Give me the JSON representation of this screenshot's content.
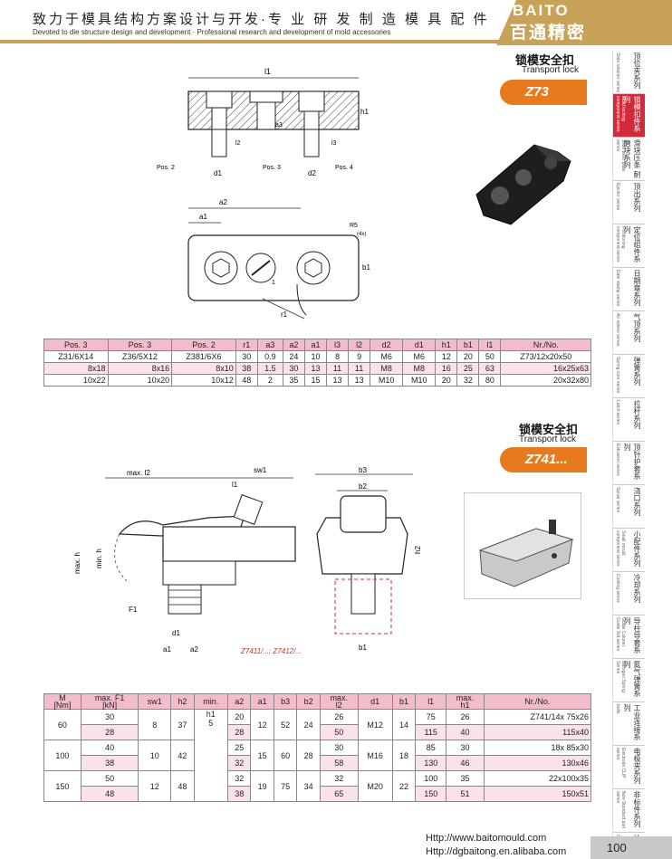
{
  "header": {
    "title_cn": "致力于模具结构方案设计与开发·专 业 研 发 制 造 模 具 配 件",
    "title_en": "Devoted to die structure design and development   · Professional research and development of mold accessories",
    "brand_en": "BAITO",
    "brand_cn": "百通精密"
  },
  "sidebar": [
    {
      "cn": "顶位夹系列",
      "en": "Slide retainer series"
    },
    {
      "cn": "锁模扣件系列",
      "en": "Mold locking component series",
      "active": true
    },
    {
      "cn": "滑块压条 耐磨块系列",
      "en": "Slide wear plate series"
    },
    {
      "cn": "顶出系列",
      "en": "Ejector series"
    },
    {
      "cn": "定位组件系列",
      "en": "Positioning component series"
    },
    {
      "cn": "日期章系列",
      "en": "Date stamp series"
    },
    {
      "cn": "气顶系列",
      "en": "Air valves series"
    },
    {
      "cn": "弹簧系列",
      "en": "Spring core series"
    },
    {
      "cn": "拉杆系列",
      "en": "Latch series"
    },
    {
      "cn": "顶针护套系列",
      "en": "Extrusion series"
    },
    {
      "cn": "浇口系列",
      "en": "Sprue series"
    },
    {
      "cn": "小配件系列",
      "en": "Small mould component series"
    },
    {
      "cn": "冷却系列",
      "en": "Cooling series"
    },
    {
      "cn": "导柱导套系列",
      "en": "Guide Column Guide Set series"
    },
    {
      "cn": "氮气弹簧系列",
      "en": "Nitrogen Spring Series"
    },
    {
      "cn": "工业连接系列",
      "en": "bolts"
    },
    {
      "cn": "电极夹系列",
      "en": "Electrode CLIP series"
    },
    {
      "cn": "非标件系列",
      "en": "Non-Standard part series"
    },
    {
      "cn": "油缸系列",
      "en": "Cylinder Series"
    }
  ],
  "section1": {
    "title_cn": "锁模安全扣",
    "title_en": "Transport lock",
    "code": "Z73",
    "drawing_labels": {
      "l1": "l1",
      "h1": "h1",
      "pos2": "Pos. 2",
      "pos3": "Pos. 3",
      "pos4": "Pos. 4",
      "d1": "d1",
      "d2": "d2",
      "l2": "l2",
      "a3": "a3",
      "l3": "l3",
      "a2": "a2",
      "a1": "a1",
      "r5": "R5",
      "r1": "r1",
      "b1": "b1",
      "one": "1",
      "tol": "(4x)"
    },
    "table": {
      "headers": [
        "Pos. 3",
        "Pos. 3",
        "Pos. 2",
        "r1",
        "a3",
        "a2",
        "a1",
        "l3",
        "l2",
        "d2",
        "d1",
        "h1",
        "b1",
        "l1",
        "Nr./No."
      ],
      "rows": [
        [
          "Z31/6X14",
          "Z36/5X12",
          "Z381/6X6",
          "30",
          "0.9",
          "24",
          "10",
          "8",
          "9",
          "M6",
          "M6",
          "12",
          "20",
          "50",
          "Z73/12x20x50"
        ],
        [
          "8x18",
          "8x16",
          "8x10",
          "38",
          "1.5",
          "30",
          "13",
          "11",
          "11",
          "M8",
          "M8",
          "16",
          "25",
          "63",
          "16x25x63"
        ],
        [
          "10x22",
          "10x20",
          "10x12",
          "48",
          "2",
          "35",
          "15",
          "13",
          "13",
          "M10",
          "M10",
          "20",
          "32",
          "80",
          "20x32x80"
        ]
      ]
    }
  },
  "section2": {
    "title_cn": "锁模安全扣",
    "title_en": "Transport lock",
    "code": "Z741...",
    "drawing_labels": {
      "maxl2": "max. l2",
      "l1": "l1",
      "sw1": "sw1",
      "b3": "b3",
      "b2": "b2",
      "h2": "h2",
      "maxh": "max. h",
      "minh": "min. h",
      "f1": "F1",
      "d1": "d1",
      "a1": "a1",
      "a2": "a2",
      "b1": "b1",
      "ref": "Z7411/...; Z7412/..."
    },
    "table": {
      "headers": [
        "M\n[Nm]",
        "max. F1\n[kN]",
        "sw1",
        "h2",
        "min.",
        "a2",
        "a1",
        "b3",
        "b2",
        "max.\nl2",
        "d1",
        "b1",
        "l1",
        "max.\nh1",
        "Nr./No."
      ],
      "groups": [
        {
          "M": "60",
          "sw1": "8",
          "h2": "37",
          "a1": "12",
          "b3": "52",
          "b2": "24",
          "d1": "M12",
          "b1": "14",
          "rows": [
            {
              "F1": "30",
              "a2": "20",
              "l2": "26",
              "l1": "75",
              "h1": "26",
              "no": "Z741/14x 75x26"
            },
            {
              "F1": "28",
              "a2": "28",
              "l2": "50",
              "l1": "115",
              "h1": "40",
              "no": "115x40"
            }
          ]
        },
        {
          "M": "100",
          "sw1": "10",
          "h2": "42",
          "a1": "15",
          "b3": "60",
          "b2": "28",
          "d1": "M16",
          "b1": "18",
          "rows": [
            {
              "F1": "40",
              "a2": "25",
              "l2": "30",
              "l1": "85",
              "h1": "30",
              "no": "18x 85x30"
            },
            {
              "F1": "38",
              "a2": "32",
              "l2": "58",
              "l1": "130",
              "h1": "46",
              "no": "130x46"
            }
          ]
        },
        {
          "M": "150",
          "sw1": "12",
          "h2": "48",
          "a1": "19",
          "b3": "75",
          "b2": "34",
          "d1": "M20",
          "b1": "22",
          "rows": [
            {
              "F1": "50",
              "a2": "32",
              "l2": "32",
              "l1": "100",
              "h1": "35",
              "no": "22x100x35"
            },
            {
              "F1": "48",
              "a2": "38",
              "l2": "65",
              "l1": "150",
              "h1": "51",
              "no": "150x51"
            }
          ]
        }
      ],
      "min_values": [
        "h1",
        "5"
      ]
    }
  },
  "footer": {
    "url1": "Http://www.baitomould.com",
    "url2": "Http://dgbaitong.en.alibaba.com",
    "page": "100"
  }
}
